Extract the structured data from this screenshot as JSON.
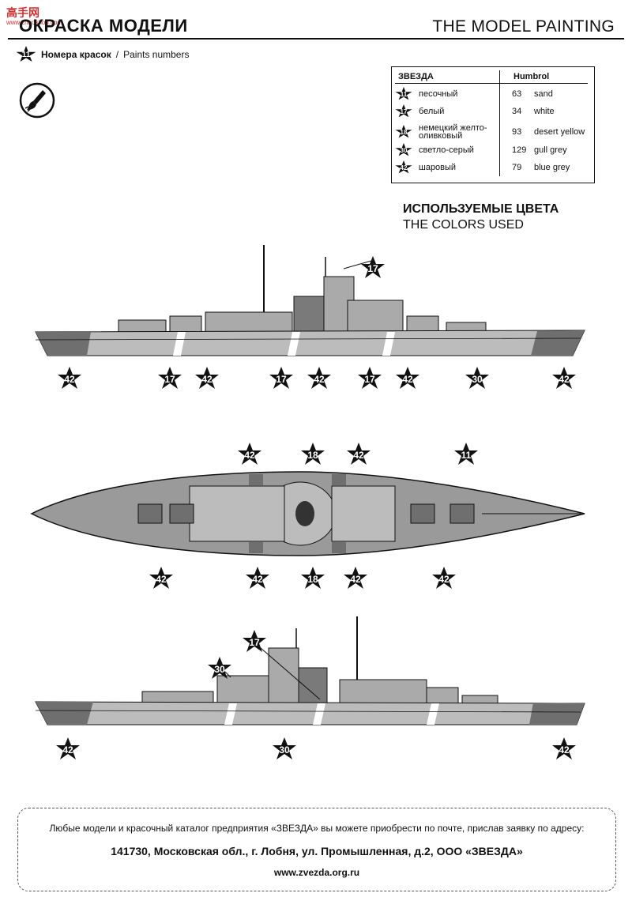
{
  "header": {
    "title_ru": "ОКРАСКА МОДЕЛИ",
    "title_en": "THE MODEL PAINTING",
    "watermark": "高手网",
    "watermark_sub": "www.zhuoshou.com"
  },
  "subheader": {
    "badge": "11",
    "text_ru": "Номера красок",
    "sep": " / ",
    "text_en": "Paints numbers",
    "icon": "brush-icon"
  },
  "paint_table": {
    "col1": "ЗВЕЗДА",
    "col2": "Humbrol",
    "rows": [
      {
        "badge": "11",
        "ru": "песочный",
        "num": "63",
        "en": "sand"
      },
      {
        "badge": "17",
        "ru": "белый",
        "num": "34",
        "en": "white"
      },
      {
        "badge": "18",
        "ru": "немецкий желто-оливковый",
        "num": "93",
        "en": "desert yellow"
      },
      {
        "badge": "30",
        "ru": "светло-серый",
        "num": "129",
        "en": "gull grey"
      },
      {
        "badge": "42",
        "ru": "шаровый",
        "num": "79",
        "en": "blue grey"
      }
    ]
  },
  "colors_used": {
    "ru": "ИСПОЛЬЗУЕМЫЕ ЦВЕТА",
    "en": "THE COLORS USED"
  },
  "side_view_top": {
    "labels": [
      "42",
      "17",
      "42",
      "17",
      "42",
      "17",
      "42",
      "30",
      "42",
      "17"
    ]
  },
  "top_view": {
    "labels": [
      "42",
      "18",
      "42",
      "11",
      "42",
      "42",
      "18",
      "42",
      "42"
    ]
  },
  "side_view_bottom": {
    "labels": [
      "17",
      "30",
      "42",
      "30",
      "42"
    ]
  },
  "footer": {
    "line1": "Любые модели и красочный каталог предприятия «ЗВЕЗДА» вы можете приобрести по почте, прислав заявку по адресу:",
    "line2": "141730, Московская обл., г. Лобня, ул. Промышленная, д.2, ООО «ЗВЕЗДА»",
    "line3": "www.zvezda.org.ru"
  },
  "colors": {
    "dark": "#6f6f6f",
    "light": "#bcbcbc",
    "mid": "#9a9a9a",
    "ink": "#111111"
  }
}
